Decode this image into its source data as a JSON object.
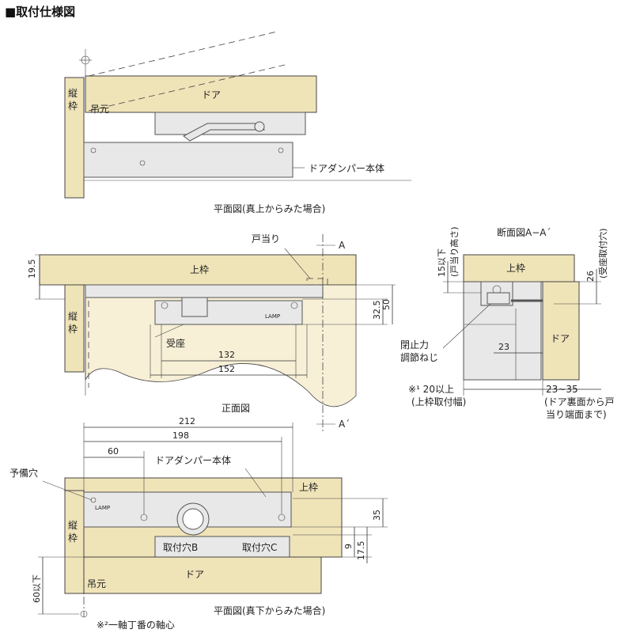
{
  "title": "■取付仕様図",
  "plan_top": {
    "frame_label": "縦枠",
    "hanger_label": "吊元",
    "door_label": "ドア",
    "damper_label": "ドアダンパー本体",
    "caption": "平面図(真上からみた場合)"
  },
  "front": {
    "stop_label": "戸当り",
    "section_a": "A",
    "section_a2": "A´",
    "head_label": "上枠",
    "frame_label": "縦枠",
    "seat_label": "受座",
    "caption": "正面図",
    "brand": "LAMP",
    "dims": {
      "d19_5": "19.5",
      "d32_5": "32.5",
      "d50": "50",
      "d132": "132",
      "d152": "152"
    }
  },
  "section": {
    "caption": "断面図A−A´",
    "head_label": "上枠",
    "door_label": "ドア",
    "d15": "15以下",
    "d15_note": "(戸当り高さ)",
    "d26": "26",
    "d26_note": "(受座取付穴)",
    "d23": "23",
    "adjust_label_1": "閉止力",
    "adjust_label_2": "調節ねじ",
    "note1_line1": "※¹ 20以上",
    "note1_line2": "(上枠取付幅)",
    "d23_35": "23~35",
    "d23_35_note1": "(ドア裏面から戸",
    "d23_35_note2": "当り端面まで)"
  },
  "plan_bottom": {
    "spare_hole": "予備穴",
    "frame_label": "縦枠",
    "head_label": "上枠",
    "door_label": "ドア",
    "hanger_label": "吊元",
    "damper_label": "ドアダンパー本体",
    "hole_b": "取付穴B",
    "hole_c": "取付穴C",
    "brand": "LAMP",
    "caption": "平面図(真下からみた場合)",
    "note2": "※²一軸丁番の軸心",
    "dims": {
      "d212": "212",
      "d198": "198",
      "d60": "60",
      "d35": "35",
      "d9": "9",
      "d17_5": "17.5",
      "d60max": "60以下"
    }
  }
}
